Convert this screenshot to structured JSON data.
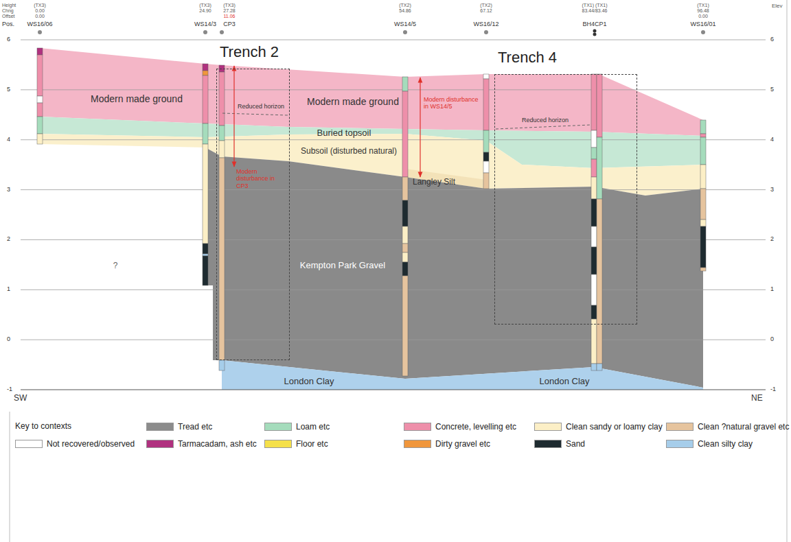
{
  "diagram": {
    "nodes": [
      {
        "text": [
          "Trench 2"
        ]
      },
      {
        "text": [
          "Trench 4"
        ]
      }
    ],
    "labels": [
      "Height",
      "Chng",
      "Offset",
      "Pos.",
      "(TX3)",
      "0.00",
      "0.00",
      "WS16/06",
      "(TX3)",
      "24.90",
      "WS14/3",
      "(TX3)",
      "27.28",
      "11.06",
      "CP3",
      "(TX2)",
      "54.86",
      "WS14/5",
      "(TX2)",
      "67.12",
      "WS16/12",
      "(TX1) (TX1)",
      "83.44/83.46",
      "BH4CP1",
      "(TX1)",
      "96.48",
      "0.00",
      "WS16/01",
      "Elev",
      "6",
      "5",
      "4",
      "3",
      "2",
      "1",
      "0",
      "-1",
      "6",
      "5",
      "4",
      "3",
      "2",
      "1",
      "0",
      "-1",
      "Modern made ground",
      "Reduced horizon",
      "Modern disturbance in CP3",
      "Modern made ground",
      "Modern disturbance in WS14/5",
      "Buried topsoil",
      "Subsoil (disturbed natural)",
      "Langley Silt",
      "Reduced horizon",
      "Kempton Park Gravel",
      "?",
      "London Clay",
      "London Clay",
      "SW",
      "NE",
      "Key to contexts"
    ],
    "legend": [
      {
        "text": "Tread etc",
        "color": "#8c8c8c"
      },
      {
        "text": "Loam etc",
        "color": "#a5dcbc"
      },
      {
        "text": "Concrete, levelling etc",
        "color": "#ee8faa"
      },
      {
        "text": "Clean sandy or loamy clay",
        "color": "#fcefc6"
      },
      {
        "text": "Clean ?natural gravel etc",
        "color": "#e6c49e"
      },
      {
        "text": "Not recovered/observed",
        "color": "#ffffff"
      },
      {
        "text": "Tarmacadam, ash etc",
        "color": "#b0317f"
      },
      {
        "text": "Floor etc",
        "color": "#f5e04a"
      },
      {
        "text": "Dirty gravel etc",
        "color": "#f0963c"
      },
      {
        "text": "Sand",
        "color": "#1e2b30"
      },
      {
        "text": "Clean silty clay",
        "color": "#a6cdea"
      }
    ]
  }
}
